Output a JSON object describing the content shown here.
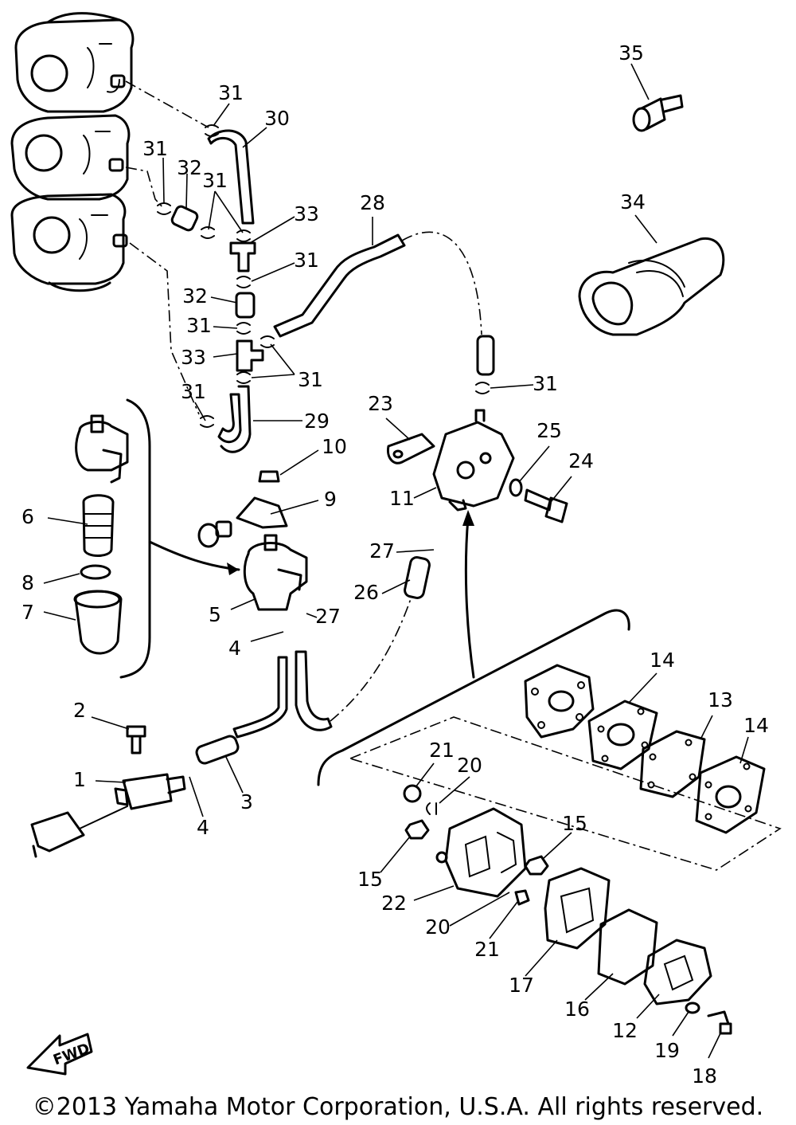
{
  "copyright": "©2013 Yamaha Motor Corporation, U.S.A. All rights reserved.",
  "fwd_label": "FWD",
  "callouts": [
    {
      "label": "1"
    },
    {
      "label": "2"
    },
    {
      "label": "3"
    },
    {
      "label": "4"
    },
    {
      "label": "4"
    },
    {
      "label": "5"
    },
    {
      "label": "6"
    },
    {
      "label": "7"
    },
    {
      "label": "8"
    },
    {
      "label": "9"
    },
    {
      "label": "10"
    },
    {
      "label": "11"
    },
    {
      "label": "12"
    },
    {
      "label": "13"
    },
    {
      "label": "14"
    },
    {
      "label": "14"
    },
    {
      "label": "15"
    },
    {
      "label": "15"
    },
    {
      "label": "16"
    },
    {
      "label": "17"
    },
    {
      "label": "18"
    },
    {
      "label": "19"
    },
    {
      "label": "20"
    },
    {
      "label": "20"
    },
    {
      "label": "21"
    },
    {
      "label": "21"
    },
    {
      "label": "22"
    },
    {
      "label": "23"
    },
    {
      "label": "24"
    },
    {
      "label": "25"
    },
    {
      "label": "26"
    },
    {
      "label": "27"
    },
    {
      "label": "27"
    },
    {
      "label": "28"
    },
    {
      "label": "29"
    },
    {
      "label": "30"
    },
    {
      "label": "31"
    },
    {
      "label": "31"
    },
    {
      "label": "31"
    },
    {
      "label": "31"
    },
    {
      "label": "31"
    },
    {
      "label": "31"
    },
    {
      "label": "31"
    },
    {
      "label": "31"
    },
    {
      "label": "32"
    },
    {
      "label": "32"
    },
    {
      "label": "33"
    },
    {
      "label": "33"
    },
    {
      "label": "34"
    },
    {
      "label": "35"
    }
  ]
}
